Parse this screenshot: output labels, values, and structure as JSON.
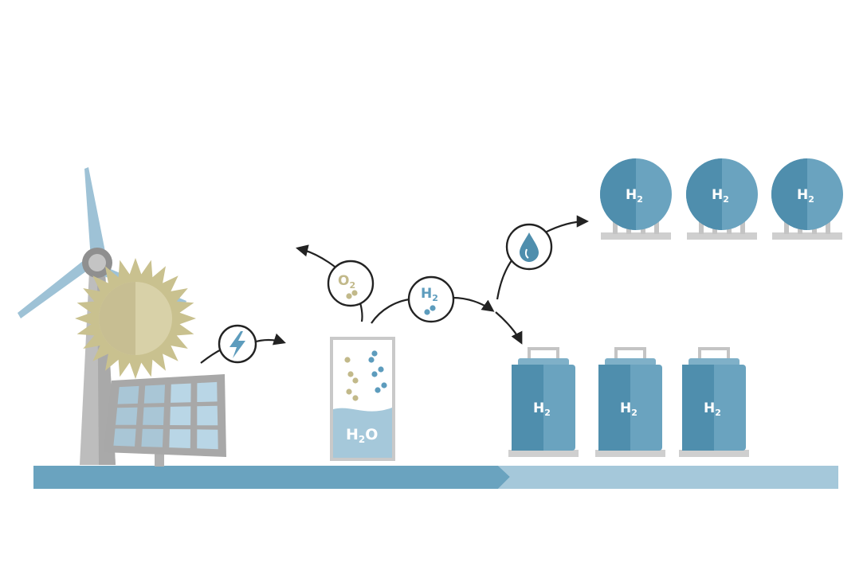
{
  "labels": {
    "water": {
      "main": "H",
      "sub": "2",
      "tail": "O"
    },
    "oxygen": {
      "main": "O",
      "sub": "2"
    },
    "hydrogen": {
      "main": "H",
      "sub": "2"
    },
    "sphere_tanks": [
      {
        "main": "H",
        "sub": "2"
      },
      {
        "main": "H",
        "sub": "2"
      },
      {
        "main": "H",
        "sub": "2"
      }
    ],
    "cylinder_tanks": [
      {
        "main": "H",
        "sub": "2"
      },
      {
        "main": "H",
        "sub": "2"
      },
      {
        "main": "H",
        "sub": "2"
      }
    ]
  },
  "icons": {
    "energy": "lightning-bolt-icon",
    "fuel": "water-drop-icon",
    "sun": "sun-icon",
    "wind": "wind-turbine-icon",
    "solar": "solar-panel-icon"
  },
  "colors": {
    "blue_dark": "#4f8ead",
    "blue_mid": "#6aa3bf",
    "blue_light": "#9ec2d6",
    "blue_pale": "#b8d5e5",
    "sun_fill": "#d8d1a8",
    "sun_ray": "#c9c18f",
    "grey": "#b9b9b9",
    "grey_dark": "#8c8c8c",
    "oxygen_dots": "#c2b98a",
    "hydrogen_dots": "#5d9cbd"
  }
}
